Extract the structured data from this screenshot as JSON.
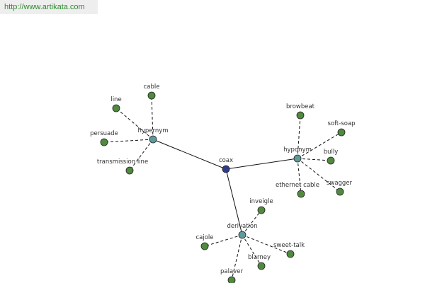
{
  "header": {
    "url": "http://www.artikata.com"
  },
  "graph": {
    "colors": {
      "center": "#2f3c8c",
      "hub": "#5f9a9a",
      "leaf": "#4f8a3e",
      "node_stroke": "#222222",
      "edge": "#111111"
    },
    "center": {
      "id": "coax",
      "label": "coax"
    },
    "hubs": [
      {
        "id": "hypernym",
        "label": "hypernym"
      },
      {
        "id": "hyponym",
        "label": "hyponym"
      },
      {
        "id": "derivation",
        "label": "derivation"
      }
    ],
    "leaves": [
      {
        "id": "line",
        "label": "line",
        "hub": "hypernym"
      },
      {
        "id": "cable",
        "label": "cable",
        "hub": "hypernym"
      },
      {
        "id": "persuade",
        "label": "persuade",
        "hub": "hypernym"
      },
      {
        "id": "transmission-line",
        "label": "transmission line",
        "hub": "hypernym"
      },
      {
        "id": "browbeat",
        "label": "browbeat",
        "hub": "hyponym"
      },
      {
        "id": "soft-soap",
        "label": "soft-soap",
        "hub": "hyponym"
      },
      {
        "id": "bully",
        "label": "bully",
        "hub": "hyponym"
      },
      {
        "id": "swagger",
        "label": "swagger",
        "hub": "hyponym"
      },
      {
        "id": "ethernet-cable",
        "label": "ethernet cable",
        "hub": "hyponym"
      },
      {
        "id": "inveigle",
        "label": "inveigle",
        "hub": "derivation"
      },
      {
        "id": "cajole",
        "label": "cajole",
        "hub": "derivation"
      },
      {
        "id": "sweet-talk",
        "label": "sweet-talk",
        "hub": "derivation"
      },
      {
        "id": "blarney",
        "label": "blarney",
        "hub": "derivation"
      },
      {
        "id": "palaver",
        "label": "palaver",
        "hub": "derivation"
      }
    ]
  }
}
